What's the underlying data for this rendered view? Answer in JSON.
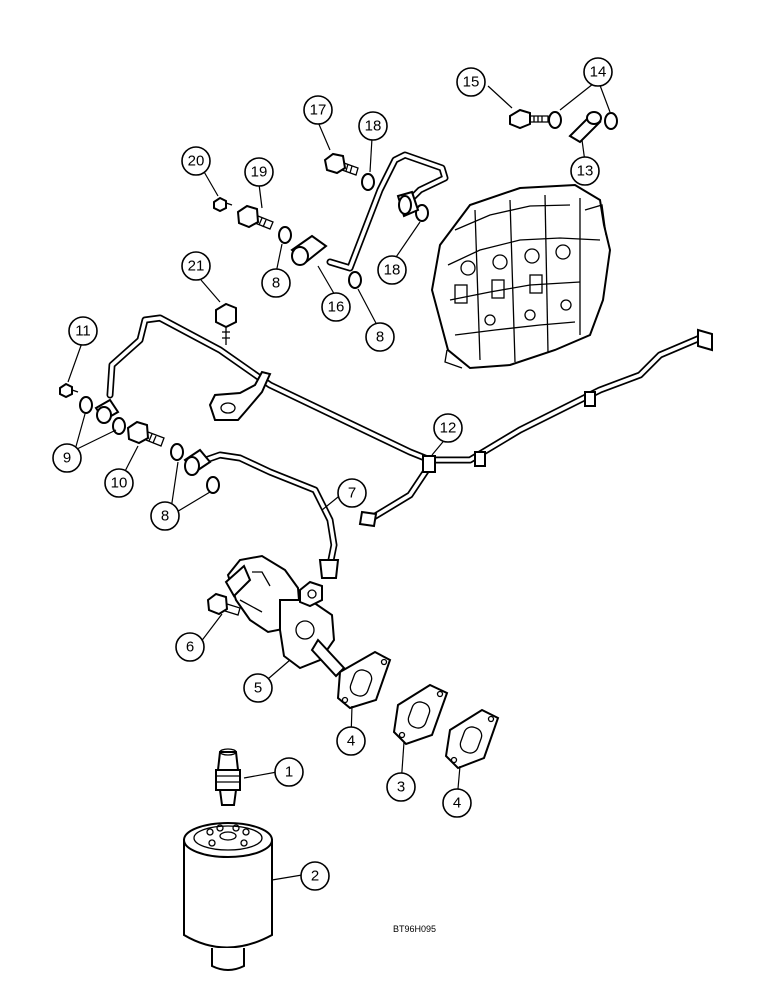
{
  "figure_code": "BT96H095",
  "callouts": [
    {
      "id": "c20",
      "label": "20"
    },
    {
      "id": "c19",
      "label": "19"
    },
    {
      "id": "c17",
      "label": "17"
    },
    {
      "id": "c18a",
      "label": "18"
    },
    {
      "id": "c15",
      "label": "15"
    },
    {
      "id": "c14",
      "label": "14"
    },
    {
      "id": "c13",
      "label": "13"
    },
    {
      "id": "c21",
      "label": "21"
    },
    {
      "id": "c8a",
      "label": "8"
    },
    {
      "id": "c16",
      "label": "16"
    },
    {
      "id": "c8b",
      "label": "8"
    },
    {
      "id": "c18b",
      "label": "18"
    },
    {
      "id": "c11",
      "label": "11"
    },
    {
      "id": "c9",
      "label": "9"
    },
    {
      "id": "c10",
      "label": "10"
    },
    {
      "id": "c8c",
      "label": "8"
    },
    {
      "id": "c12",
      "label": "12"
    },
    {
      "id": "c7",
      "label": "7"
    },
    {
      "id": "c6",
      "label": "6"
    },
    {
      "id": "c5",
      "label": "5"
    },
    {
      "id": "c4a",
      "label": "4"
    },
    {
      "id": "c3",
      "label": "3"
    },
    {
      "id": "c4b",
      "label": "4"
    },
    {
      "id": "c1",
      "label": "1"
    },
    {
      "id": "c2",
      "label": "2"
    }
  ]
}
